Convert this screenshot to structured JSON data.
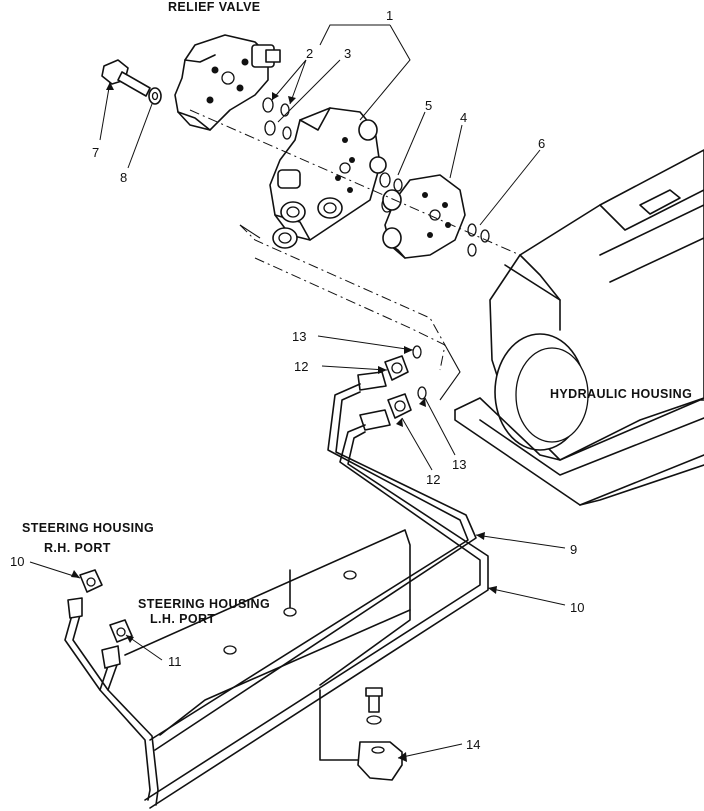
{
  "captions": {
    "relief_valve": "RELIEF VALVE",
    "hydraulic_housing": "HYDRAULIC HOUSING",
    "steering_rh_line1": "STEERING HOUSING",
    "steering_rh_line2": "R.H. PORT",
    "steering_lh_line1": "STEERING HOUSING",
    "steering_lh_line2": "L.H. PORT"
  },
  "callouts": {
    "c1": "1",
    "c2": "2",
    "c3": "3",
    "c4": "4",
    "c5": "5",
    "c6": "6",
    "c7": "7",
    "c8": "8",
    "c9": "9",
    "c10_right": "10",
    "c10_left": "10",
    "c11": "11",
    "c12_top": "12",
    "c12_bottom": "12",
    "c13_top": "13",
    "c13_bottom": "13",
    "c14": "14"
  }
}
